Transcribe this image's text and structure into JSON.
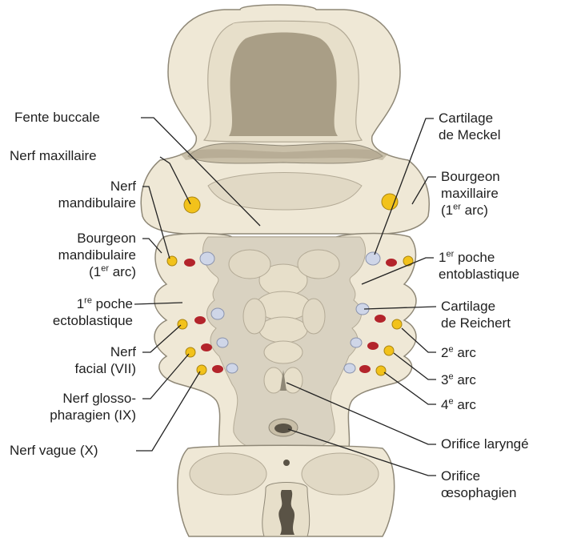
{
  "labels_left": {
    "fente_buccale": "Fente buccale",
    "nerf_maxillaire": "Nerf maxillaire",
    "nerf_mandibulaire": [
      "Nerf",
      "mandibulaire"
    ],
    "bourgeon_mandibulaire": {
      "line1": "Bourgeon",
      "line2": "mandibulaire",
      "line3_pre": "(1",
      "line3_sup": "er",
      "line3_post": " arc)"
    },
    "poche_ecto": {
      "line1_pre": "1",
      "line1_sup": "re",
      "line1_post": " poche",
      "line2": "ectoblastique"
    },
    "nerf_facial": [
      "Nerf",
      "facial (VII)"
    ],
    "nerf_glosso": [
      "Nerf glosso-",
      "pharagien (IX)"
    ],
    "nerf_vague": "Nerf vague (X)"
  },
  "labels_right": {
    "cartilage_meckel": [
      "Cartilage",
      "de Meckel"
    ],
    "bourgeon_maxillaire": {
      "line1": "Bourgeon",
      "line2": "maxillaire",
      "line3_pre": "(1",
      "line3_sup": "er",
      "line3_post": " arc)"
    },
    "poche_ento": {
      "line1_pre": "1",
      "line1_sup": "er",
      "line1_post": " poche",
      "line2": "entoblastique"
    },
    "cartilage_reichert": [
      "Cartilage",
      "de Reichert"
    ],
    "arc2": {
      "pre": "2",
      "sup": "e",
      "post": " arc"
    },
    "arc3": {
      "pre": "3",
      "sup": "e",
      "post": " arc"
    },
    "arc4": {
      "pre": "4",
      "sup": "e",
      "post": " arc"
    },
    "orifice_larynge": "Orifice laryngé",
    "orifice_oeso": [
      "Orifice",
      "œsophagien"
    ]
  },
  "colors": {
    "tissue": "#efe8d6",
    "tissue_outline": "#8f8877",
    "cavity": "#a99e86",
    "floor": "#d9d2c1",
    "nerve": "#f2c21b",
    "artery": "#b3242b",
    "cartilage": "#cfd6e8"
  }
}
